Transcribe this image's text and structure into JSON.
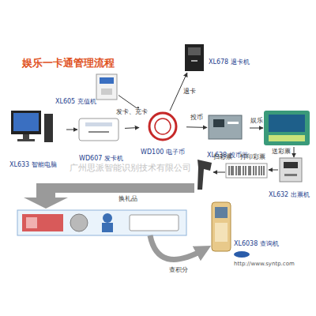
{
  "diagram": {
    "title": "娱乐一卡通管理流程",
    "nodes": [
      {
        "text": [
          "XL678 退卡机"
        ]
      },
      {
        "text": [
          "XL605 充值机"
        ]
      },
      {
        "text": [
          "XL633 智能电脑"
        ]
      },
      {
        "text": [
          "WD607 发卡机"
        ]
      },
      {
        "text": [
          "WD100 电子币"
        ]
      },
      {
        "text": [
          "XL638 投币器"
        ]
      },
      {
        "text": [
          "XL632 出票机"
        ]
      },
      {
        "text": [
          "XL6038 查询机"
        ]
      }
    ],
    "edges": [
      {
        "from": 2,
        "to": 3,
        "arrow": "to"
      },
      {
        "from": 3,
        "to": 4,
        "label": "发卡、充卡",
        "arrow": "to"
      },
      {
        "from": 1,
        "to": 4,
        "arrow": "to"
      },
      {
        "from": 4,
        "to": 0,
        "label": "退卡",
        "arrow": "to"
      },
      {
        "from": 4,
        "to": 5,
        "label": "投币",
        "arrow": "to"
      }
    ],
    "labels": [
      "娱乐",
      "送彩票",
      "打印彩票",
      "扫彩票",
      "广州思派智能识别技术有限公司",
      "换礼品",
      "查积分",
      "http://www.syntp.com"
    ]
  }
}
